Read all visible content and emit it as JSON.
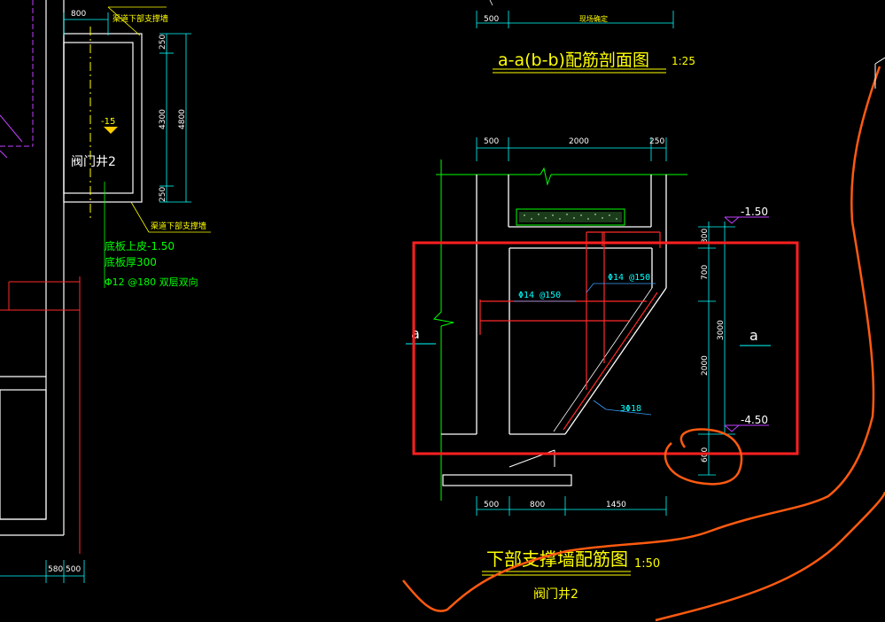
{
  "colors": {
    "background": "#000000",
    "white": "#ffffff",
    "green": "#00ff00",
    "red": "#ff2a2a",
    "yellow": "#ffff00",
    "cyan": "#00ffff",
    "magenta": "#c040ff",
    "blue": "#3aa0ff",
    "orange": "#ff5a10",
    "highlight": "#ff2020"
  },
  "left_plan": {
    "dim_top": "800",
    "note_top": "渠道下部支撑墙",
    "dim_250_top": "250",
    "dim_4300": "4300",
    "dim_4800": "4800",
    "dim_250_bottom": "250",
    "elev_marker": "-15",
    "well_label": "阀门井2",
    "note_bottom": "渠道下部支撑墙",
    "floor_top": "底板上皮-1.50",
    "floor_thk": "底板厚300",
    "rebar": "Φ12 @180 双层双向",
    "dim_580": "580",
    "dim_500": "500"
  },
  "top_section": {
    "dim_500": "500",
    "dim_note": "现场确定",
    "title": "a-a(b-b)配筋剖面图",
    "scale": "1:25"
  },
  "main_section": {
    "dim_top_500": "500",
    "dim_top_2000": "2000",
    "dim_top_250": "250",
    "elev_top": "-1.50",
    "elev_bottom": "-4.50",
    "rebar_left": "Φ14 @150",
    "rebar_right": "Φ14 @150",
    "rebar_diag": "3Φ18",
    "side_mark_left": "a",
    "side_mark_right": "a",
    "vdim_300": "300",
    "vdim_700": "700",
    "vdim_3000": "3000",
    "vdim_2000": "2000",
    "vdim_600": "600",
    "dim_bot_500": "500",
    "dim_bot_800": "800",
    "dim_bot_1450": "1450",
    "title": "下部支撑墙配筋图",
    "scale": "1:50",
    "subtitle": "阀门井2"
  }
}
